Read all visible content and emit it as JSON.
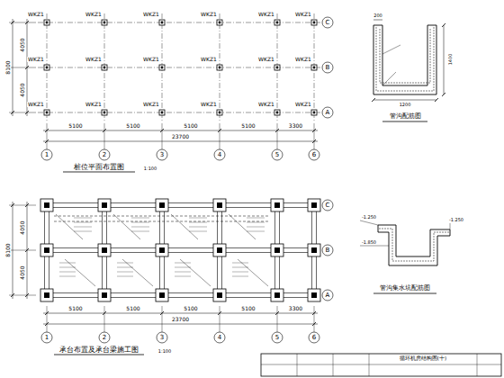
{
  "diagram": {
    "labels": [
      "WKZ1",
      "WKZ1",
      "WKZ1",
      "WKZ1",
      "WKZ1",
      "WKZ1",
      "WKZ1",
      "WKZ1",
      "WKZ1",
      "WKZ1",
      "WKZ1",
      "WKZ1",
      "WKZ1",
      "WKZ1",
      "WKZ1",
      "WKZ1",
      "WKZ1",
      "WKZ1",
      "1",
      "2",
      "3",
      "4",
      "5",
      "6",
      "A",
      "B",
      "C",
      "5100",
      "5100",
      "5100",
      "5100",
      "3300",
      "23700",
      "4050",
      "4050",
      "8100",
      "桩位平面布置图",
      "1:100",
      "1",
      "2",
      "3",
      "4",
      "5",
      "6",
      "A",
      "B",
      "C",
      "5100",
      "5100",
      "5100",
      "5100",
      "3300",
      "23700",
      "4050",
      "4050",
      "8100",
      "承台布置及承台梁施工图",
      "1:100",
      "200",
      "1200",
      "1400",
      "管沟配筋图",
      "-1.250",
      "-1.850",
      "-1.250",
      "管沟集水坑配筋图",
      "循环机房结构图(十)"
    ]
  }
}
